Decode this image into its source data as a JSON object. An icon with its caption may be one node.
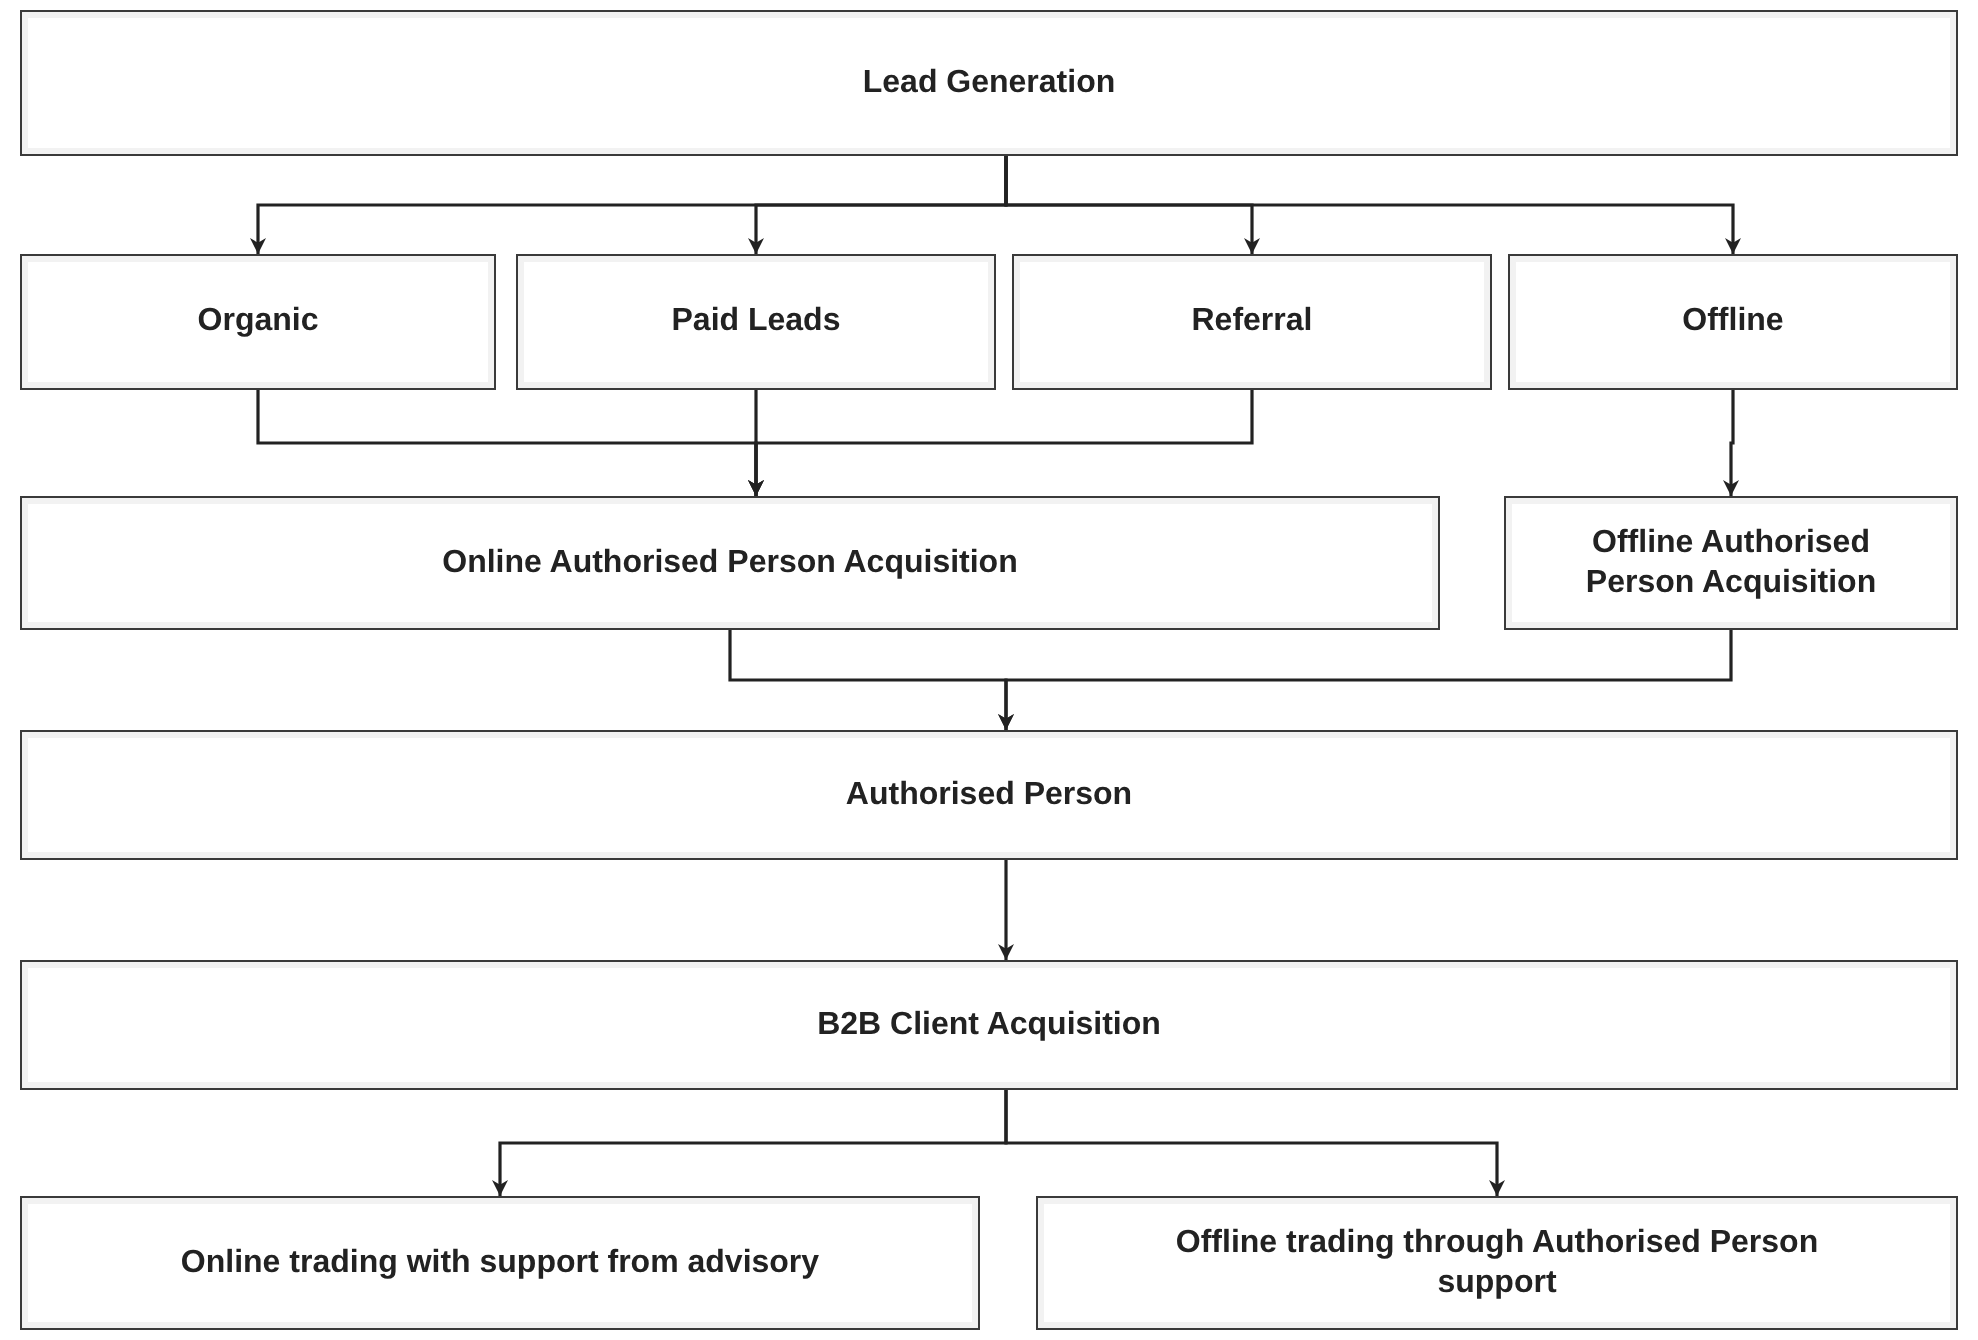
{
  "diagram": {
    "nodes": [
      {
        "text": [
          "Lead Generation"
        ]
      },
      {
        "text": [
          "Organic"
        ]
      },
      {
        "text": [
          "Paid Leads"
        ]
      },
      {
        "text": [
          "Referral"
        ]
      },
      {
        "text": [
          "Offline"
        ]
      },
      {
        "text": [
          "Online Authorised Person Acquisition"
        ]
      },
      {
        "text": [
          "Offline Authorised Person Acquisition"
        ]
      },
      {
        "text": [
          "Authorised Person"
        ]
      },
      {
        "text": [
          "B2B Client Acquisition"
        ]
      },
      {
        "text": [
          "Online trading with support from advisory"
        ]
      },
      {
        "text": [
          "Offline trading through Authorised Person support"
        ]
      }
    ],
    "edges": [
      {
        "from": 0,
        "to": 1,
        "arrow": "to"
      },
      {
        "from": 0,
        "to": 2,
        "arrow": "to"
      },
      {
        "from": 0,
        "to": 3,
        "arrow": "to"
      },
      {
        "from": 0,
        "to": 4,
        "arrow": "to"
      },
      {
        "from": 1,
        "to": 5,
        "arrow": "to"
      },
      {
        "from": 2,
        "to": 5,
        "arrow": "to"
      },
      {
        "from": 3,
        "to": 5,
        "arrow": "to"
      },
      {
        "from": 4,
        "to": 6,
        "arrow": "to"
      },
      {
        "from": 5,
        "to": 7,
        "arrow": "to"
      },
      {
        "from": 6,
        "to": 7,
        "arrow": "to"
      },
      {
        "from": 7,
        "to": 8,
        "arrow": "to"
      },
      {
        "from": 8,
        "to": 9,
        "arrow": "to"
      },
      {
        "from": 8,
        "to": 10,
        "arrow": "to"
      }
    ]
  }
}
